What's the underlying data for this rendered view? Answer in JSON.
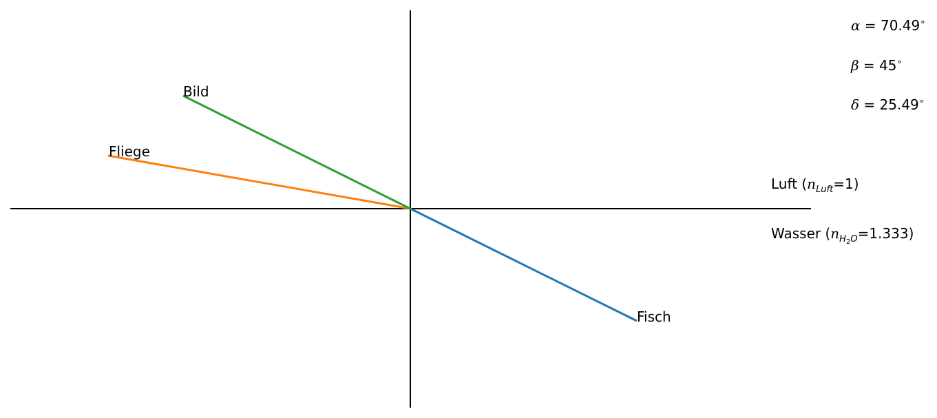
{
  "labels": {
    "fish": "Fisch",
    "fly": "Fliege",
    "image": "Bild",
    "air_prefix": "Luft (",
    "air_symbol": "n",
    "air_sub": "Luft",
    "air_suffix": "=1)",
    "water_prefix": "Wasser (",
    "water_symbol": "n",
    "water_sub": "H",
    "water_sub2": "2",
    "water_sub3": "O",
    "water_suffix": "=1.333)"
  },
  "angles": {
    "alpha_symbol": "α",
    "alpha_value": " = 70.49",
    "beta_symbol": "β",
    "beta_value": " = 45",
    "delta_symbol": "δ",
    "delta_value": " = 25.49",
    "degree": "∘"
  },
  "colors": {
    "fish_ray": "#1f77b4",
    "fly_ray": "#ff7f0e",
    "image_ray": "#2ca02c",
    "axes": "#000000"
  }
}
